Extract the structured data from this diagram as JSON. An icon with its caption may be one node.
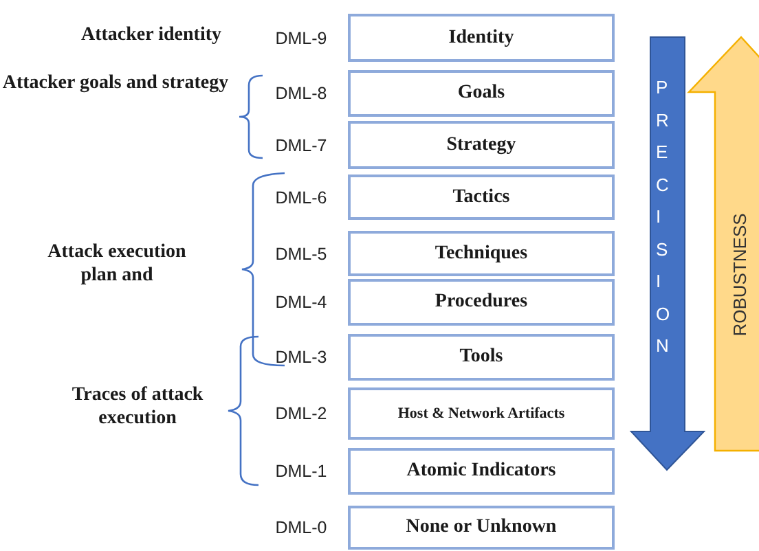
{
  "diagram": {
    "nodes": [
      {
        "text": [
          "Identity"
        ],
        "beside": [
          "DML-9"
        ]
      },
      {
        "text": [
          "Goals"
        ],
        "beside": [
          "DML-8"
        ]
      },
      {
        "text": [
          "Strategy"
        ],
        "beside": [
          "DML-7"
        ]
      },
      {
        "text": [
          "Tactics"
        ],
        "beside": [
          "DML-6"
        ]
      },
      {
        "text": [
          "Techniques"
        ],
        "beside": [
          "DML-5"
        ]
      },
      {
        "text": [
          "Procedures"
        ],
        "beside": [
          "DML-4"
        ]
      },
      {
        "text": [
          "Tools"
        ],
        "beside": [
          "DML-3"
        ]
      },
      {
        "text": [
          "Host & Network Artifacts"
        ],
        "beside": [
          "DML-2"
        ]
      },
      {
        "text": [
          "Atomic Indicators"
        ],
        "beside": [
          "DML-1"
        ]
      },
      {
        "text": [
          "None or Unknown"
        ],
        "beside": [
          "DML-0"
        ]
      }
    ],
    "labels": [
      "Attacker identity",
      "Attacker goals and strategy",
      "Attack execution plan and",
      "Traces of attack execution",
      "PRECISION",
      "ROBUSTNESS"
    ]
  }
}
